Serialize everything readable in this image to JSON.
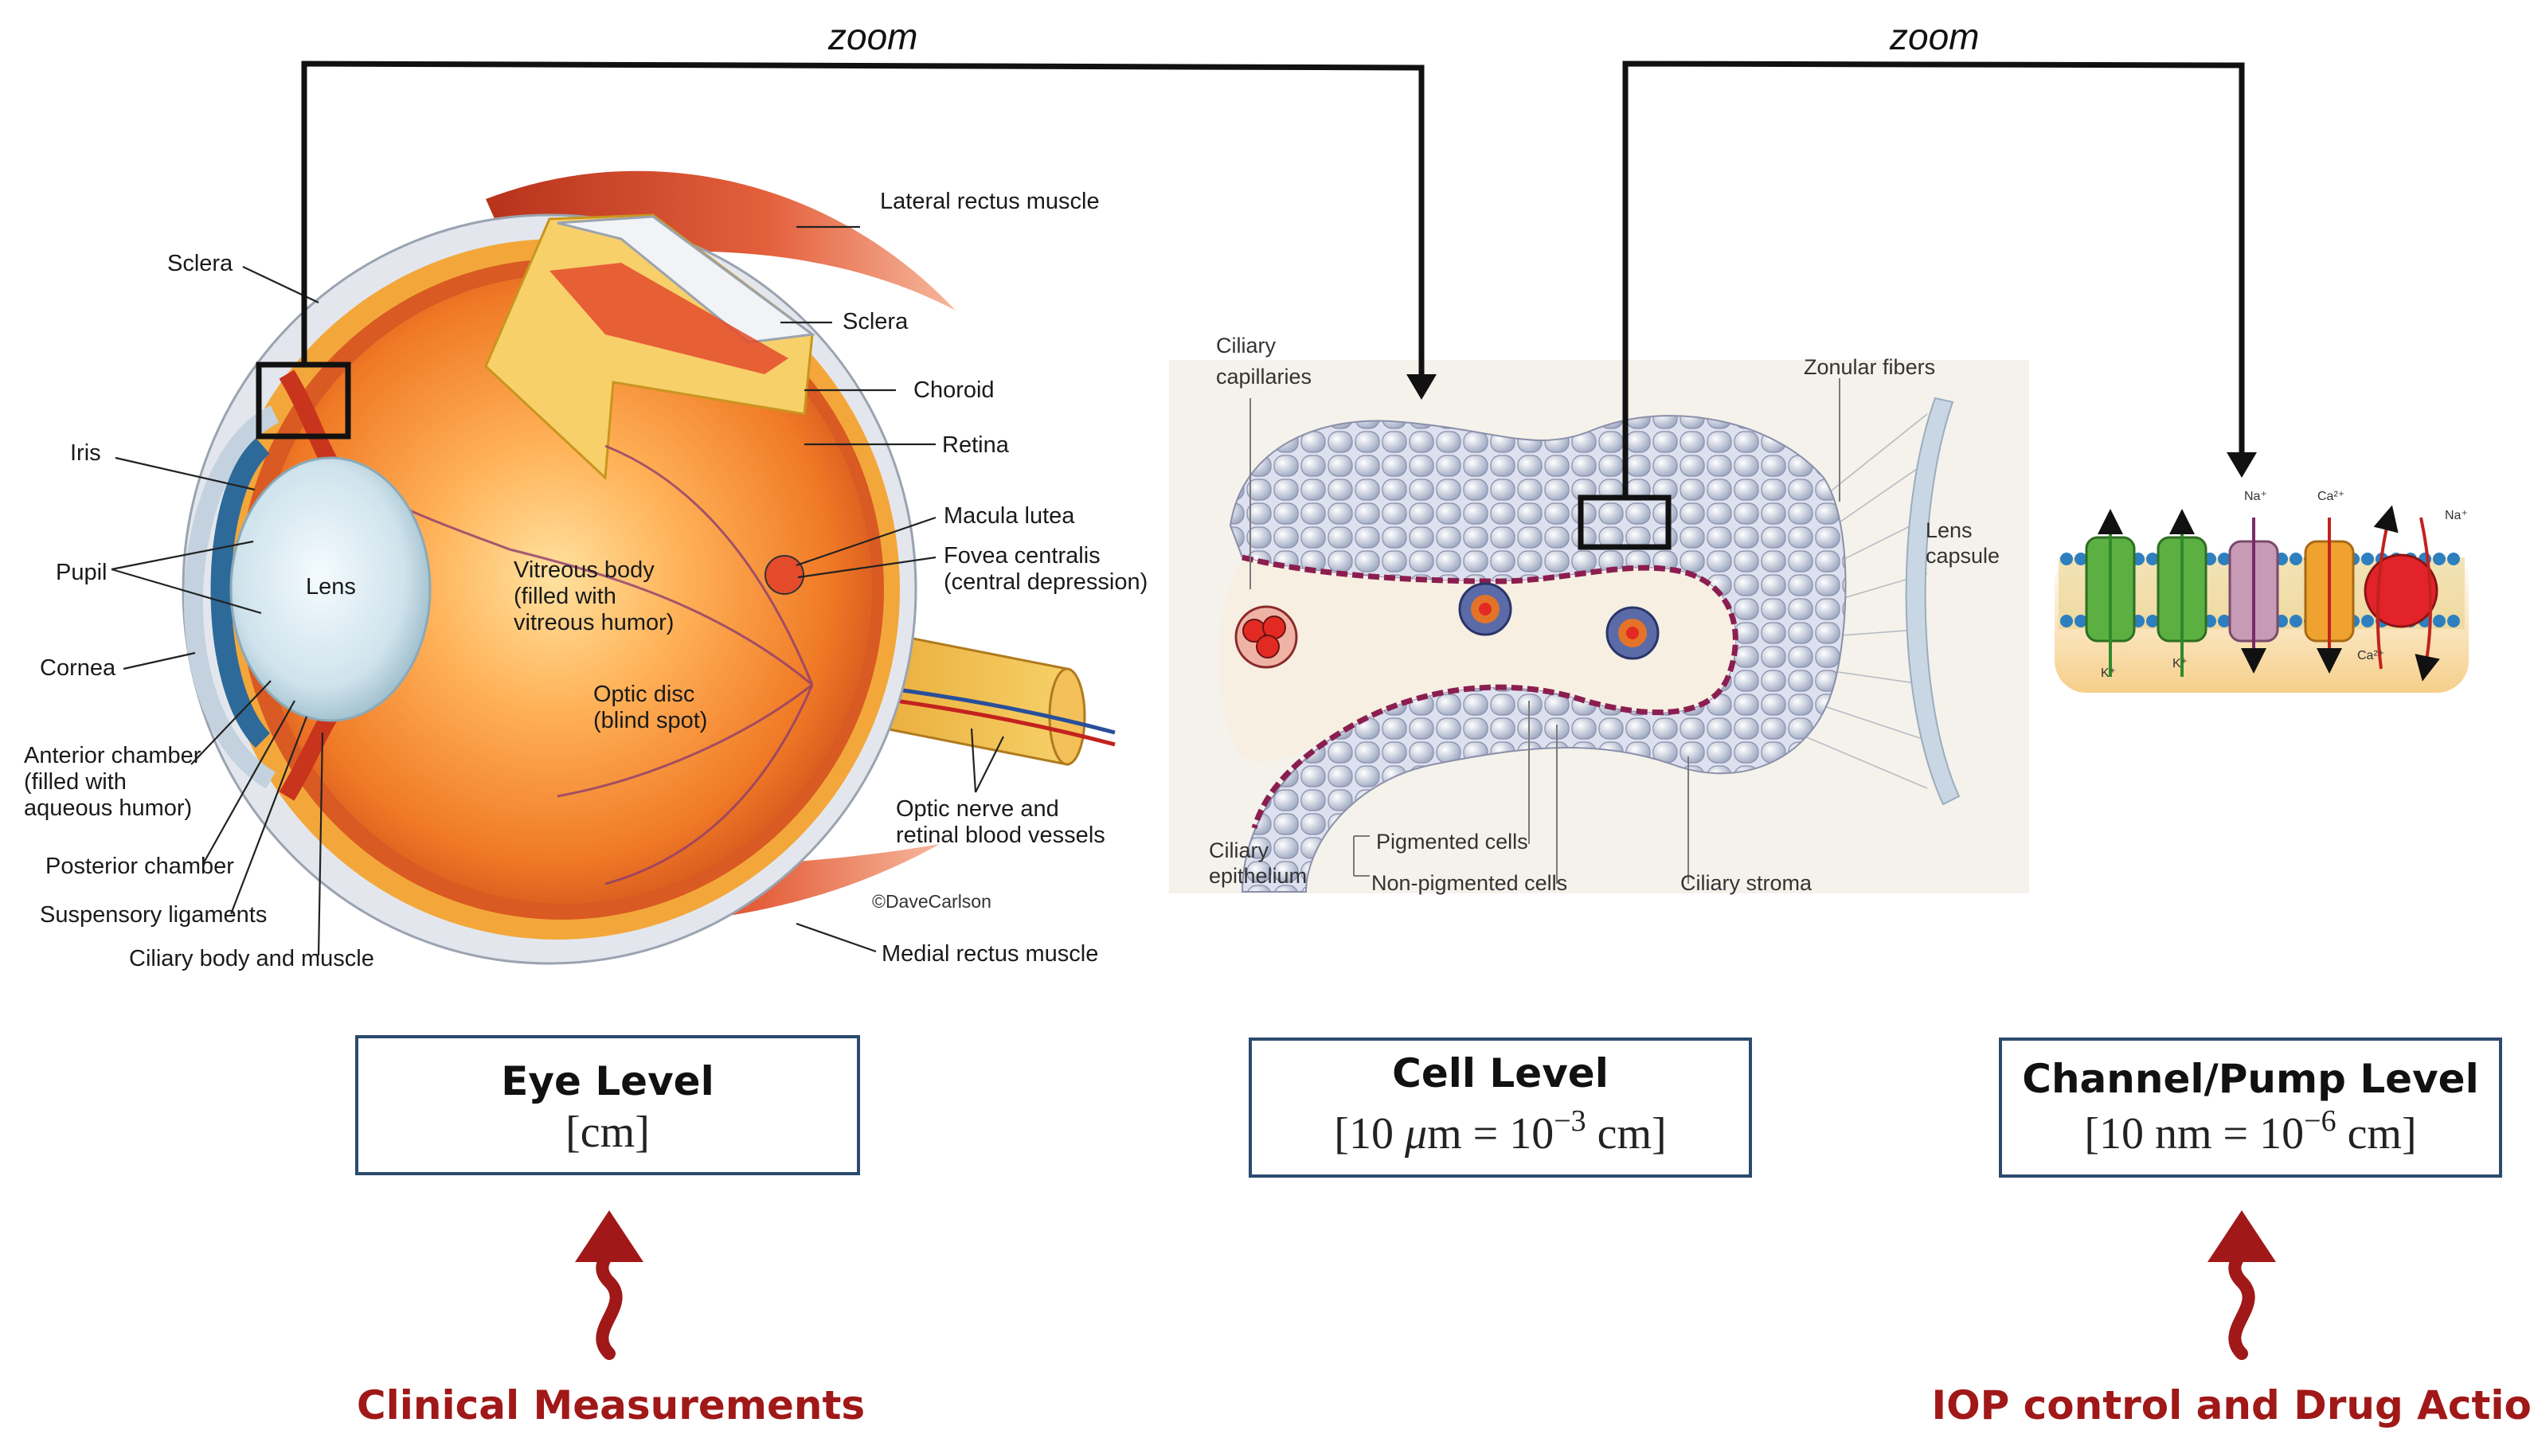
{
  "zoom_labels": [
    "zoom",
    "zoom"
  ],
  "eye": {
    "labels": {
      "lateral_rectus": "Lateral rectus muscle",
      "sclera_left": "Sclera",
      "sclera_right": "Sclera",
      "choroid": "Choroid",
      "retina": "Retina",
      "iris": "Iris",
      "macula": "Macula lutea",
      "fovea_1": "Fovea centralis",
      "fovea_2": "(central depression)",
      "pupil": "Pupil",
      "lens": "Lens",
      "vitreous_1": "Vitreous body",
      "vitreous_2": "(filled with",
      "vitreous_3": "vitreous humor)",
      "cornea": "Cornea",
      "optic_disc_1": "Optic disc",
      "optic_disc_2": "(blind spot)",
      "anterior_1": "Anterior chamber",
      "anterior_2": "(filled with",
      "anterior_3": "aqueous humor)",
      "optic_nerve_1": "Optic nerve and",
      "optic_nerve_2": "retinal blood vessels",
      "posterior": "Posterior chamber",
      "credit": "©DaveCarlson",
      "suspensory": "Suspensory ligaments",
      "medial_rectus": "Medial rectus muscle",
      "ciliary_body": "Ciliary body and muscle"
    }
  },
  "cell": {
    "labels": {
      "capillaries_1": "Ciliary",
      "capillaries_2": "capillaries",
      "zonular": "Zonular fibers",
      "lens_capsule_1": "Lens",
      "lens_capsule_2": "capsule",
      "epithelium_1": "Ciliary",
      "epithelium_2": "epithelium",
      "pigmented": "Pigmented cells",
      "non_pigmented": "Non-pigmented cells",
      "stroma": "Ciliary stroma"
    }
  },
  "membrane": {
    "labels": {
      "na1": "Na⁺",
      "ca1": "Ca²⁺",
      "na2": "Na⁺",
      "k1": "K⁺",
      "k2": "K⁺",
      "ca2": "Ca²⁺"
    }
  },
  "levels": [
    {
      "title": "Eye Level",
      "unit": "[cm]"
    },
    {
      "title": "Cell Level",
      "unit_parts": [
        "[10 ",
        "μ",
        "m = 10",
        "−3",
        " cm]"
      ]
    },
    {
      "title": "Channel/Pump Level",
      "unit_parts": [
        "[10 nm = 10",
        "−6",
        " cm]"
      ]
    }
  ],
  "bottom": {
    "clinical": "Clinical Measurements",
    "iop": "IOP control and Drug Action"
  },
  "colors": {
    "accent_red": "#a01818",
    "box_border": "#2c4a6e"
  }
}
